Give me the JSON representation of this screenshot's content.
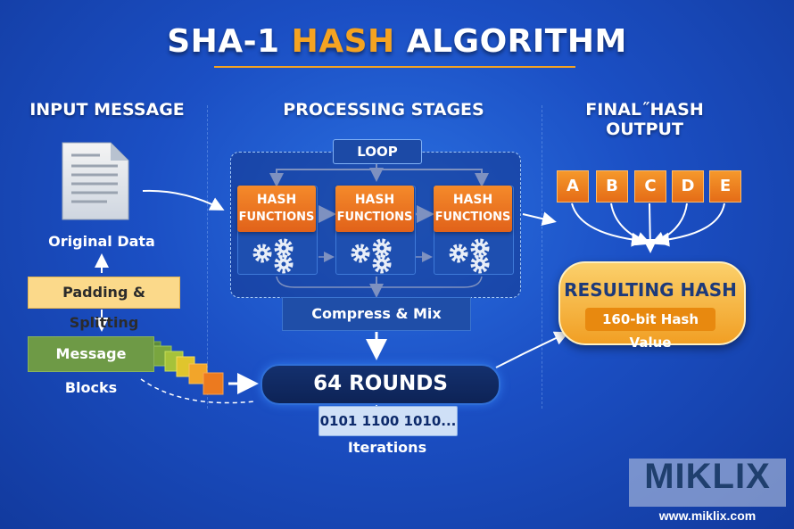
{
  "title": {
    "part1": "SHA-1 ",
    "accent": "HASH",
    "part2": " ALGORITHM"
  },
  "headings": {
    "input": "INPUT MESSAGE",
    "processing": "PROCESSING STAGES",
    "output": "FINAL˝HASH OUTPUT"
  },
  "input": {
    "original": "Original Data",
    "padding": "Padding & Splitting",
    "blocks": "Message Blocks"
  },
  "processing": {
    "loop": "LOOP",
    "stages": [
      {
        "line1": "HASH",
        "line2": "FUNCTIONS"
      },
      {
        "line1": "HASH",
        "line2": "FUNCTIONS"
      },
      {
        "line1": "HASH",
        "line2": "FUNCTIONS"
      }
    ],
    "compress": "Compress & Mix",
    "rounds": "64 ROUNDS",
    "binary": "0101 1100 1010...",
    "iterations": "Iterations"
  },
  "output": {
    "blocks": [
      "A",
      "B",
      "C",
      "D",
      "E"
    ],
    "result_title": "RESULTING HASH",
    "result_sub": "160-bit Hash Value"
  },
  "watermark": {
    "logo": "MIKLIX",
    "url": "www.miklix.com"
  },
  "colors": {
    "background": "#1b4fc4",
    "accent": "#f5a321",
    "stage_orange": "#e9701f",
    "block_green": "#6e9a46"
  }
}
